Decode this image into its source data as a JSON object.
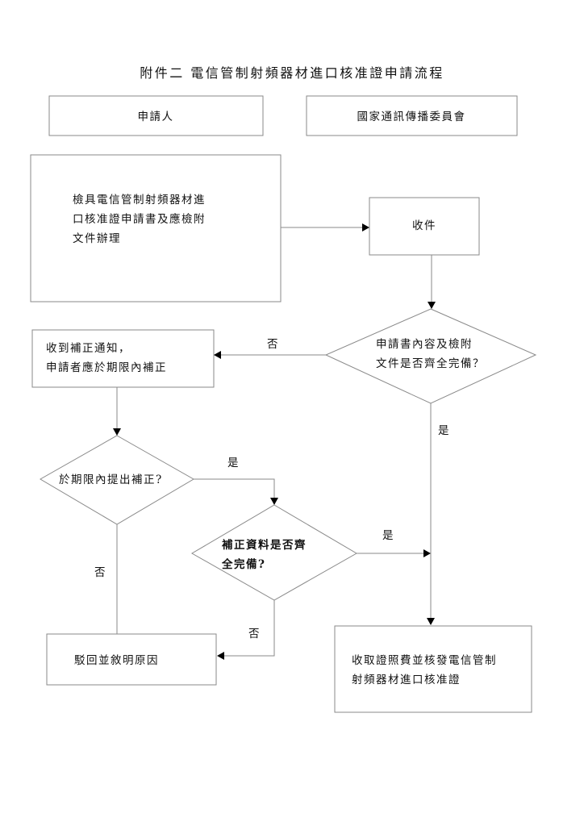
{
  "title": "附件二 電信管制射頻器材進口核准證申請流程",
  "lanes": {
    "applicant": "申請人",
    "ncc": "國家通訊傳播委員會"
  },
  "nodes": {
    "submit": [
      "檢具電信管制射頻器材進",
      "口核准證申請書及應檢附",
      "文件辦理"
    ],
    "receive": "收件",
    "check_complete": [
      "申請書內容及檢附",
      "文件是否齊全完備？"
    ],
    "correction_notice": [
      "收到補正通知，",
      "申請者應於期限內補正"
    ],
    "submitted_in_time": "於期限內提出補正?",
    "correction_complete": [
      "補正資料是否齊",
      "全完備?"
    ],
    "reject": "駁回並敘明原因",
    "issue": [
      "收取證照費並核發電信管制",
      "射頻器材進口核准證"
    ]
  },
  "edge_labels": {
    "check_no": "否",
    "check_yes": "是",
    "intime_yes": "是",
    "intime_no": "否",
    "corr_yes": "是",
    "corr_no": "否"
  }
}
